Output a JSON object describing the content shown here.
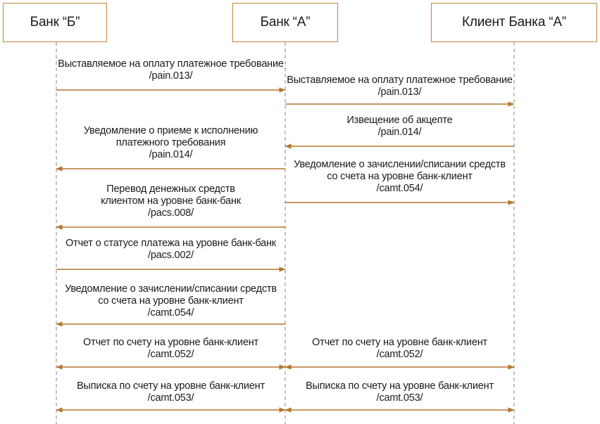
{
  "actors": [
    {
      "id": "bank_b",
      "label": "Банк “Б”"
    },
    {
      "id": "bank_a",
      "label": "Банк “А”"
    },
    {
      "id": "client_a",
      "label": "Клиент Банка “А”"
    }
  ],
  "colors": {
    "border": "#c8843a",
    "arrow": "#b5762e",
    "lifeline": "#9a9a9a",
    "text": "#1a1a1a"
  },
  "messages": [
    {
      "from": "bank_b",
      "to": "bank_a",
      "lines": [
        "Выставляемое на оплату платежное требование",
        "/pain.013/"
      ]
    },
    {
      "from": "bank_a",
      "to": "client_a",
      "lines": [
        "Выставляемое на оплату платежное требование",
        "/pain.013/"
      ]
    },
    {
      "from": "client_a",
      "to": "bank_a",
      "lines": [
        "Извещение об акцепте",
        "/pain.014/"
      ]
    },
    {
      "from": "bank_a",
      "to": "bank_b",
      "lines": [
        "Уведомление о приеме к исполнению",
        "платежного требования",
        "/pain.014/"
      ]
    },
    {
      "from": "bank_a",
      "to": "client_a",
      "lines": [
        "Уведомление о зачислении/списании средств",
        "со счета на уровне банк-клиент",
        "/camt.054/"
      ]
    },
    {
      "from": "bank_a",
      "to": "bank_b",
      "lines": [
        "Перевод денежных средств",
        "клиентом на уровне банк-банк",
        "/pacs.008/"
      ]
    },
    {
      "from": "bank_b",
      "to": "bank_a",
      "lines": [
        "Отчет о статусе платежа на уровне банк-банк",
        "/pacs.002/"
      ]
    },
    {
      "from": "bank_a",
      "to": "bank_b",
      "lines": [
        "Уведомление о зачислении/списании средств",
        "со счета на уровне банк-клиент",
        "/camt.054/"
      ]
    },
    {
      "from": "bank_b",
      "to": "bank_a",
      "both": true,
      "lines": [
        "Отчет по счету на уровне банк-клиент",
        "/camt.052/"
      ]
    },
    {
      "from": "bank_a",
      "to": "client_a",
      "both": true,
      "lines": [
        "Отчет по счету на уровне банк-клиент",
        "/camt.052/"
      ]
    },
    {
      "from": "bank_b",
      "to": "bank_a",
      "both": true,
      "lines": [
        "Выписка по счету на уровне банк-клиент",
        "/camt.053/"
      ]
    },
    {
      "from": "bank_a",
      "to": "client_a",
      "both": true,
      "lines": [
        "Выписка по счету на уровне банк-клиент",
        "/camt.053/"
      ]
    }
  ]
}
